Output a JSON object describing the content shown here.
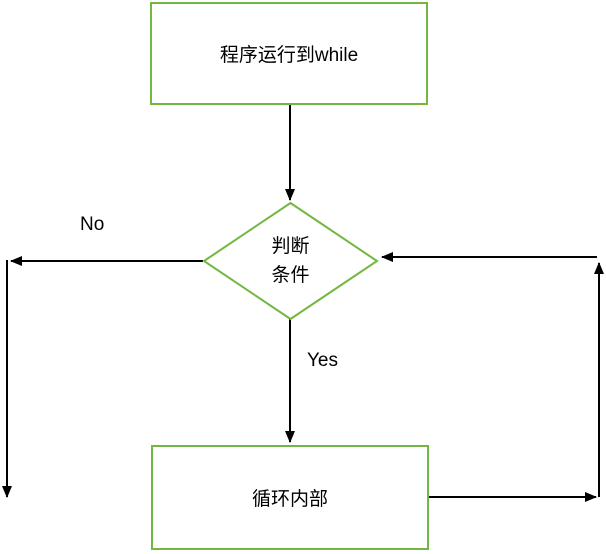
{
  "diagram": {
    "nodes": {
      "start": {
        "label": "程序运行到while"
      },
      "condition": {
        "label_line1": "判断",
        "label_line2": "条件"
      },
      "body": {
        "label": "循环内部"
      }
    },
    "edges": {
      "no_label": "No",
      "yes_label": "Yes"
    },
    "colors": {
      "node_border": "#72b840",
      "node_fill": "#ffffff",
      "arrow": "#000000",
      "text": "#000000",
      "background": "#ffffff"
    }
  }
}
